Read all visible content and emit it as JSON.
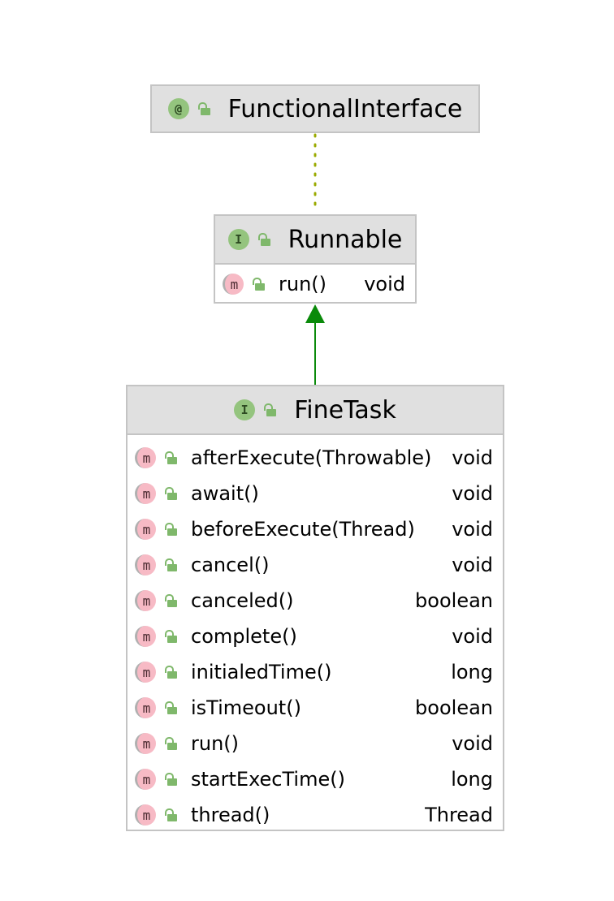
{
  "diagram": {
    "functional_interface": {
      "badge": "@",
      "icon": "annotation-icon",
      "name": "FunctionalInterface"
    },
    "runnable": {
      "badge": "I",
      "icon": "interface-icon",
      "name": "Runnable",
      "methods": [
        {
          "badge": "m",
          "name": "run()",
          "type": "void"
        }
      ]
    },
    "fine_task": {
      "badge": "I",
      "icon": "interface-icon",
      "name": "FineTask",
      "methods": [
        {
          "badge": "m",
          "name": "afterExecute(Throwable)",
          "type": "void"
        },
        {
          "badge": "m",
          "name": "await()",
          "type": "void"
        },
        {
          "badge": "m",
          "name": "beforeExecute(Thread)",
          "type": "void"
        },
        {
          "badge": "m",
          "name": "cancel()",
          "type": "void"
        },
        {
          "badge": "m",
          "name": "canceled()",
          "type": "boolean"
        },
        {
          "badge": "m",
          "name": "complete()",
          "type": "void"
        },
        {
          "badge": "m",
          "name": "initialedTime()",
          "type": "long"
        },
        {
          "badge": "m",
          "name": "isTimeout()",
          "type": "boolean"
        },
        {
          "badge": "m",
          "name": "run()",
          "type": "void"
        },
        {
          "badge": "m",
          "name": "startExecTime()",
          "type": "long"
        },
        {
          "badge": "m",
          "name": "thread()",
          "type": "Thread"
        }
      ]
    },
    "colors": {
      "header_bg": "#e0e0e0",
      "border": "#c4c4c4",
      "annotation_link": "#9aaa00",
      "inheritance_arrow": "#0a8a0a",
      "interface_badge": "#94c47e",
      "method_badge": "#f7bac5",
      "public_lock": "#7fb86b"
    }
  }
}
